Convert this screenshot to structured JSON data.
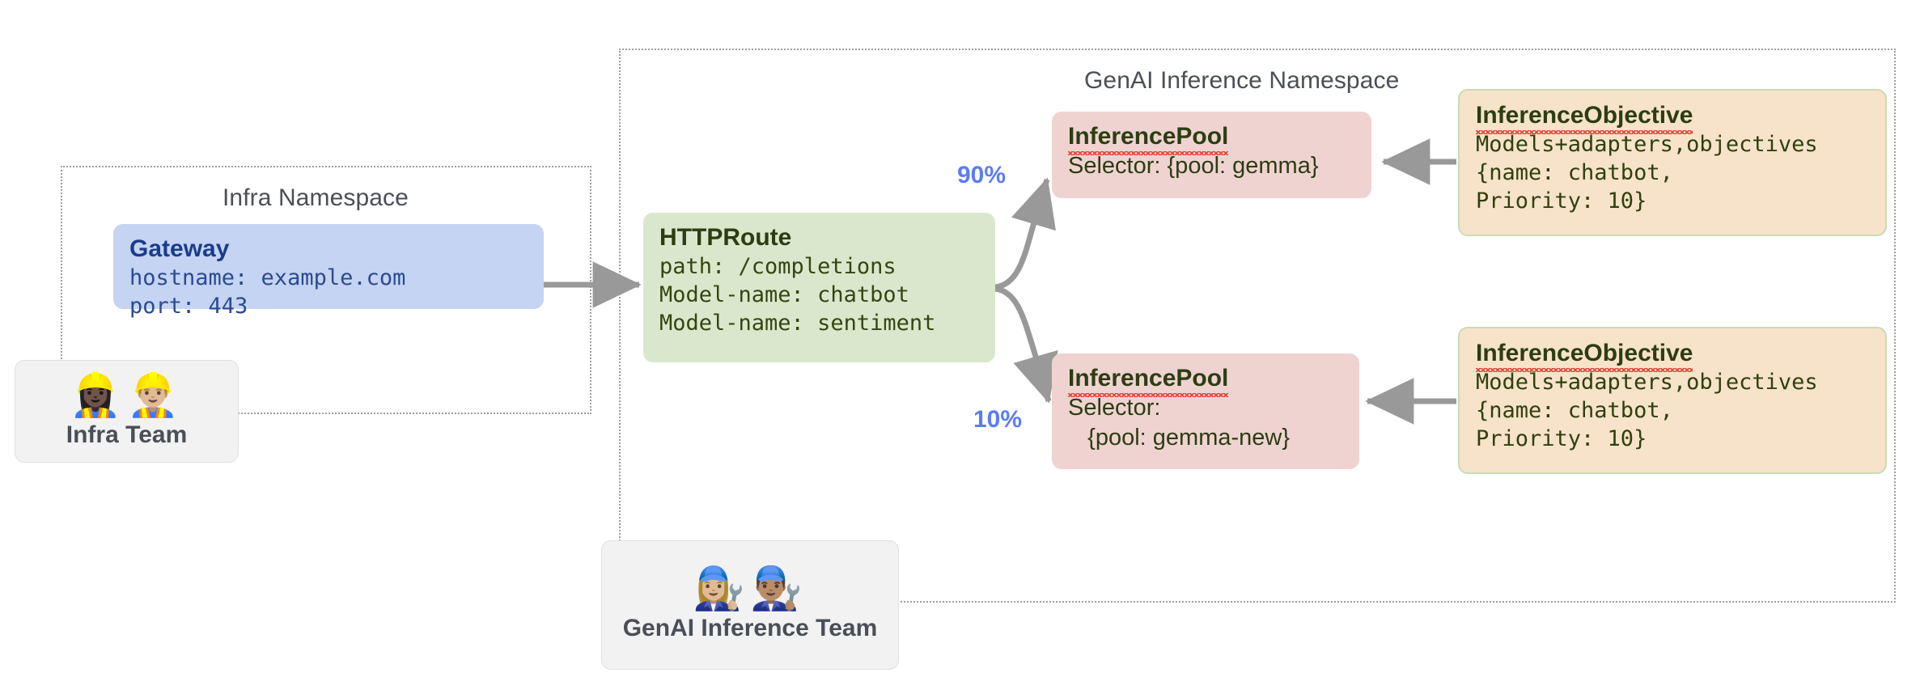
{
  "namespaces": [
    {
      "id": "infra",
      "title": "Infra Namespace"
    },
    {
      "id": "genai",
      "title": "GenAI Inference Namespace"
    }
  ],
  "gateway": {
    "title": "Gateway",
    "lines": [
      "hostname: example.com",
      "port: 443"
    ]
  },
  "httproute": {
    "title": "HTTPRoute",
    "lines": [
      "path: /completions",
      "Model-name: chatbot",
      "Model-name: sentiment"
    ]
  },
  "pools": [
    {
      "id": "pool-gemma",
      "title": "InferencePool",
      "lines": [
        "Selector: {pool: gemma}"
      ],
      "weight": "90%"
    },
    {
      "id": "pool-gemma-new",
      "title": "InferencePool",
      "lines": [
        "Selector:",
        "   {pool: gemma-new}"
      ],
      "weight": "10%"
    }
  ],
  "objectives": [
    {
      "id": "objective-top",
      "title": "InferenceObjective",
      "lines": [
        "Models+adapters,objectives",
        "{name: chatbot,",
        "Priority: 10}"
      ]
    },
    {
      "id": "objective-bottom",
      "title": "InferenceObjective",
      "lines": [
        "Models+adapters,objectives",
        "{name: chatbot,",
        "Priority: 10}"
      ]
    }
  ],
  "teams": [
    {
      "id": "infra-team",
      "label": "Infra Team",
      "emojis": "👷🏿‍♀️👷🏼‍♂️",
      "icon_names": [
        "construction-worker-woman-icon",
        "construction-worker-man-icon"
      ]
    },
    {
      "id": "genai-team",
      "label": "GenAI Inference Team",
      "emojis": "👩🏼‍🔧👨🏽‍🔧",
      "icon_names": [
        "mechanic-woman-icon",
        "mechanic-man-icon"
      ]
    }
  ],
  "colors": {
    "gateway_fill": "#c5d4f2",
    "route_fill": "#d9e8cd",
    "pool_fill": "#efd3d1",
    "objective_fill": "#f7e3c9",
    "objective_border": "#c9dcb4",
    "edge": "#999999",
    "weight_label": "#5b7cf5",
    "namespace_border": "#9e9e9e",
    "team_fill": "#f2f2f2",
    "spellcheck_underline": "#e2483b"
  }
}
